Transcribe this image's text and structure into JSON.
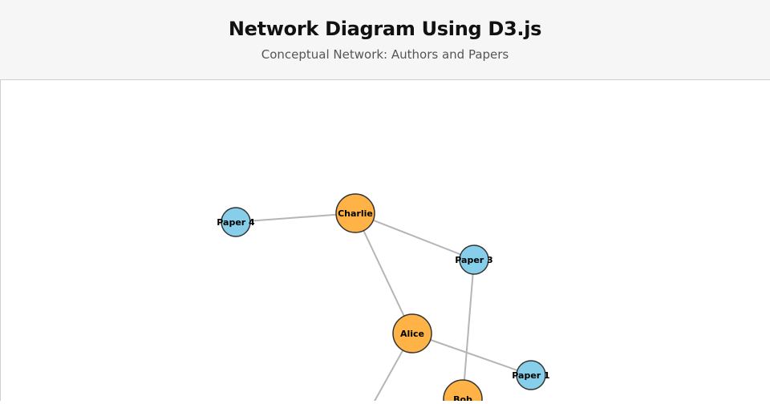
{
  "header": {
    "title": "Network Diagram Using D3.js",
    "subtitle": "Conceptual Network: Authors and Papers"
  },
  "colors": {
    "author": "#ffb347",
    "paper": "#87ceeb",
    "link": "#b5b5b5",
    "stroke": "#333333"
  },
  "nodes": [
    {
      "id": "Charlie",
      "type": "author"
    },
    {
      "id": "Alice",
      "type": "author"
    },
    {
      "id": "Bob",
      "type": "author"
    },
    {
      "id": "Paper 1",
      "type": "paper"
    },
    {
      "id": "Paper 3",
      "type": "paper"
    },
    {
      "id": "Paper 4",
      "type": "paper"
    }
  ],
  "links": [
    {
      "source": "Paper 4",
      "target": "Charlie"
    },
    {
      "source": "Charlie",
      "target": "Paper 3"
    },
    {
      "source": "Charlie",
      "target": "Alice"
    },
    {
      "source": "Alice",
      "target": "Paper 1"
    },
    {
      "source": "Paper 3",
      "target": "Bob"
    }
  ]
}
